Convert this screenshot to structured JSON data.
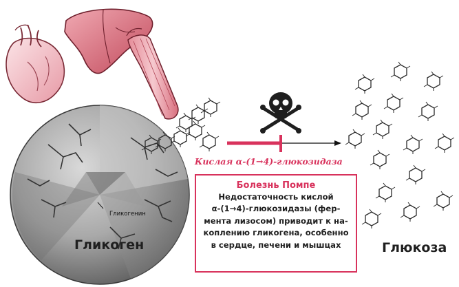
{
  "enzyme_label": "Кислая α-(1→4)-глюкозидаза",
  "glycogen_label": "Гликоген",
  "glycogenin_label": "Гликогенин",
  "glucose_label": "Глюкоза",
  "pompe": {
    "title": "Болезнь Помпе",
    "lines": [
      "Недостаточность кислой",
      "α-(1→4)-глюкозидазы (фер-",
      "мента лизосом) приводит к на-",
      "коплению гликогена, особенно",
      "в сердце, печени и мышцах"
    ]
  },
  "colors": {
    "accent": "#d8325c",
    "organ_pink": "#e8a3ad",
    "sphere_gray": "#9a9a9a"
  },
  "icons": [
    "heart-icon",
    "liver-icon",
    "muscle-icon",
    "skull-crossbones-icon",
    "glucose-molecule-icon"
  ]
}
